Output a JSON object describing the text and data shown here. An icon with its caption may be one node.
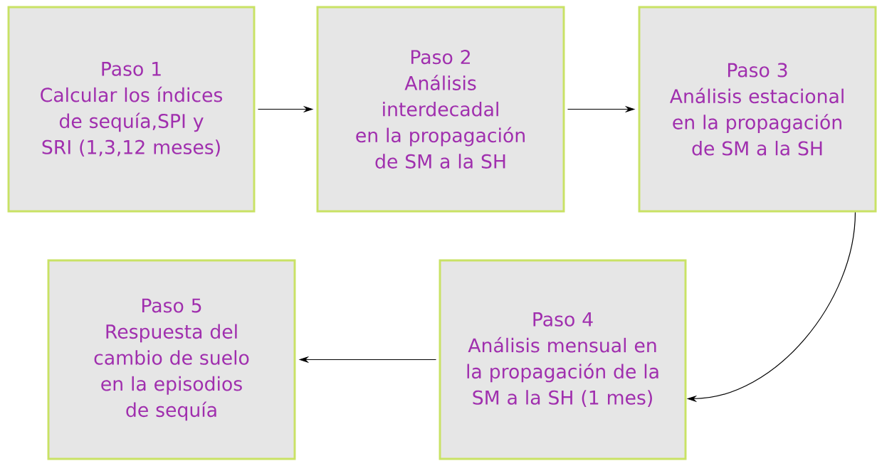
{
  "diagram": {
    "nodes": [
      {
        "text": [
          "Paso 1",
          "Calcular los índices de sequía,SPI y SRI (1,3,12 meses)"
        ]
      },
      {
        "text": [
          "Paso 2",
          "Análisis interdecadal en la propagación de SM a la SH"
        ]
      },
      {
        "text": [
          "Paso 3",
          "Análisis estacional en la propagación de SM a la SH"
        ]
      },
      {
        "text": [
          "Paso 4",
          "Análisis mensual en la propagación de la SM a la SH (1 mes)"
        ]
      },
      {
        "text": [
          "Paso 5",
          "Respuesta del cambio de suelo en la episodios de sequía"
        ]
      }
    ],
    "edges": [
      {
        "from": 0,
        "to": 1,
        "arrow": "to"
      },
      {
        "from": 1,
        "to": 2,
        "arrow": "to"
      },
      {
        "from": 2,
        "to": 3,
        "arrow": "to"
      },
      {
        "from": 3,
        "to": 4,
        "arrow": "to"
      }
    ]
  }
}
